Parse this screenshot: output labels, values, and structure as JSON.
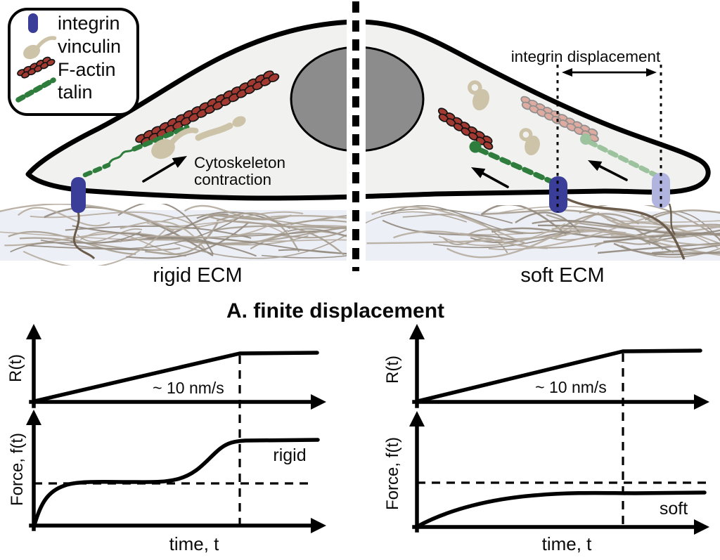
{
  "legend": {
    "items": [
      {
        "label": "integrin"
      },
      {
        "label": "vinculin"
      },
      {
        "label": "F-actin"
      },
      {
        "label": "talin"
      }
    ]
  },
  "schematic": {
    "cytoskeleton_label_line1": "Cytoskeleton",
    "cytoskeleton_label_line2": "contraction",
    "integrin_displacement_label": "integrin displacement",
    "rigid_ecm_label": "rigid ECM",
    "soft_ecm_label": "soft ECM"
  },
  "section_title": "A. finite displacement",
  "plots": {
    "rigid": {
      "displacement_axis_label": "R(t)",
      "rate_annotation": "~ 10 nm/s",
      "force_axis_label": "Force, f(t)",
      "time_axis_label": "time, t",
      "curve_label": "rigid"
    },
    "soft": {
      "displacement_axis_label": "R(t)",
      "rate_annotation": "~ 10 nm/s",
      "force_axis_label": "Force, f(t)",
      "time_axis_label": "time, t",
      "curve_label": "soft"
    }
  },
  "chart_data": [
    {
      "type": "line",
      "panel": "rigid",
      "subplot": "displacement",
      "ylabel": "R(t)",
      "xlabel": "time, t",
      "annotation": "~ 10 nm/s",
      "x_norm": [
        0,
        0.71,
        1
      ],
      "y_norm": [
        0,
        1,
        1
      ],
      "vline_x_norm": 0.71,
      "grid": false
    },
    {
      "type": "line",
      "panel": "rigid",
      "subplot": "force",
      "ylabel": "Force, f(t)",
      "xlabel": "time, t",
      "label": "rigid",
      "x_norm": [
        0,
        0.04,
        0.12,
        0.3,
        0.48,
        0.58,
        0.66,
        0.71,
        1
      ],
      "y_norm": [
        0,
        0.2,
        0.35,
        0.37,
        0.38,
        0.5,
        0.66,
        0.74,
        0.74
      ],
      "hline_y_norm": 0.37,
      "vline_x_norm": 0.71,
      "grid": false
    },
    {
      "type": "line",
      "panel": "soft",
      "subplot": "displacement",
      "ylabel": "R(t)",
      "xlabel": "time, t",
      "annotation": "~ 10 nm/s",
      "x_norm": [
        0,
        0.7,
        1
      ],
      "y_norm": [
        0,
        1,
        1
      ],
      "vline_x_norm": 0.7,
      "grid": false
    },
    {
      "type": "line",
      "panel": "soft",
      "subplot": "force",
      "ylabel": "Force, f(t)",
      "xlabel": "time, t",
      "label": "soft",
      "x_norm": [
        0,
        0.15,
        0.35,
        0.55,
        0.7,
        1
      ],
      "y_norm": [
        0,
        0.14,
        0.22,
        0.27,
        0.29,
        0.29
      ],
      "hline_y_norm": 0.38,
      "vline_x_norm": 0.7,
      "grid": false
    }
  ],
  "colors": {
    "integrin": "#3a3e99",
    "integrin_faded": "#b2b4e0",
    "vinculin": "#cdc3a8",
    "f_actin": "#a23a32",
    "f_actin_faded": "#ddab9f",
    "actin_outline": "#141414",
    "actin_faded_outline": "#8e8e8e",
    "talin": "#2f7d3c",
    "talin_faded": "#9dc29e",
    "nucleus": "#8c8c8c",
    "cell_fill": "#f1f1f0",
    "ecm_band": "#edeff6",
    "fiber_brown": "#6a5b4b",
    "ink": "#000000"
  }
}
